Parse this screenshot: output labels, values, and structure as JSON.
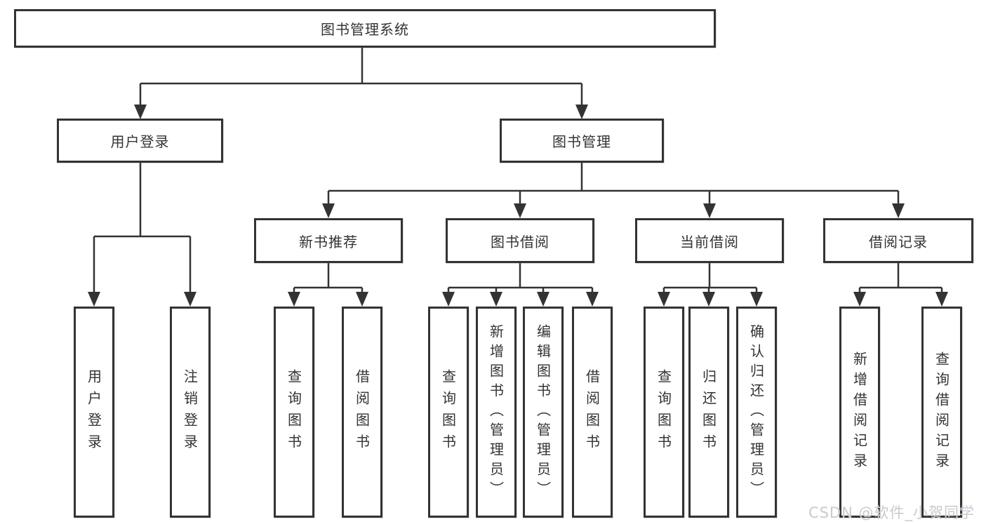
{
  "diagram": {
    "root": {
      "label": "图书管理系统"
    },
    "level2": [
      {
        "label": "用户登录",
        "leaves": [
          {
            "label": "用户登录"
          },
          {
            "label": "注销登录"
          }
        ]
      },
      {
        "label": "图书管理",
        "groups": [
          {
            "label": "新书推荐",
            "leaves": [
              {
                "label": "查询图书"
              },
              {
                "label": "借阅图书"
              }
            ]
          },
          {
            "label": "图书借阅",
            "leaves": [
              {
                "label": "查询图书"
              },
              {
                "label": "新增图书（管理员）"
              },
              {
                "label": "编辑图书（管理员）"
              },
              {
                "label": "借阅图书"
              }
            ]
          },
          {
            "label": "当前借阅",
            "leaves": [
              {
                "label": "查询图书"
              },
              {
                "label": "归还图书"
              },
              {
                "label": "确认归还（管理员）"
              }
            ]
          },
          {
            "label": "借阅记录",
            "leaves": [
              {
                "label": "新增借阅记录"
              },
              {
                "label": "查询借阅记录"
              }
            ]
          }
        ]
      }
    ]
  },
  "watermark": {
    "text": "CSDN @软件_小贺同学"
  },
  "colors": {
    "line": "#333333",
    "text": "#333333",
    "background": "#ffffff",
    "watermark": "#c7cacf"
  }
}
